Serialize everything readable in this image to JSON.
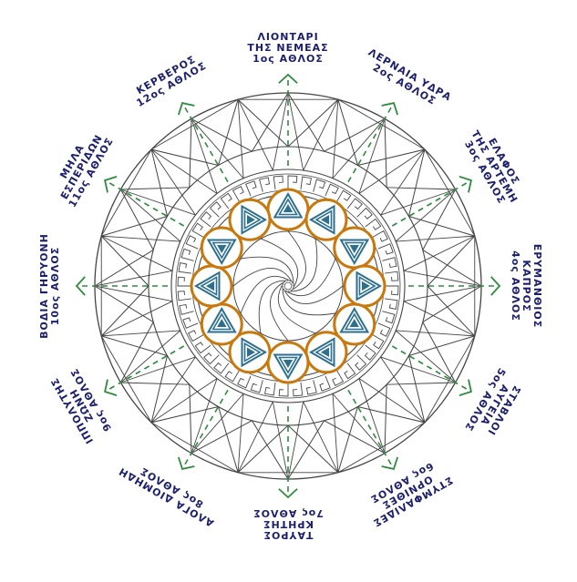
{
  "diagram": {
    "colors": {
      "background": "#ffffff",
      "line": "#444444",
      "arrow": "#2e8b3e",
      "label": "#1c1f6e",
      "ring": "#c8790e",
      "triangle": "#2c6f8f"
    },
    "labels": [
      {
        "id": "labors-1",
        "lines": [
          "ΛΙΟΝΤΑΡΙ",
          "ΤΗΣ ΝΕΜΕΑΣ",
          "1ος ΑΘΛΟΣ"
        ]
      },
      {
        "id": "labors-2",
        "lines": [
          "ΛΕΡΝΑΙΑ ΥΔΡΑ",
          "2ος ΑΘΛΟΣ"
        ]
      },
      {
        "id": "labors-3",
        "lines": [
          "ΕΛΑΦΟΣ",
          "ΤΗΣ ΑΡΤΕΜΗ",
          "3ος ΑΘΛΟΣ"
        ]
      },
      {
        "id": "labors-4",
        "lines": [
          "ΕΡΥΜΑΝΘΙΟΣ",
          "ΚΑΠΡΟΣ",
          "4ος ΑΘΛΟΣ"
        ]
      },
      {
        "id": "labors-5",
        "lines": [
          "ΣΤΑΒΛΟΙ",
          "ΑΥΓΕΙΑ",
          "5ος ΑΘΛΟΣ"
        ]
      },
      {
        "id": "labors-6",
        "lines": [
          "ΣΤΥΜΦΑΛΙΔΕΣ",
          "ΟΡΝΙΘΕΣ",
          "6ος ΑΘΛΟΣ"
        ]
      },
      {
        "id": "labors-7",
        "lines": [
          "ΤΑΥΡΟΣ",
          "ΚΡΗΤΗΣ",
          "7ος ΑΘΛΟΣ"
        ]
      },
      {
        "id": "labors-8",
        "lines": [
          "ΑΛΟΓΑ ΔΙΟΜΗΔΗ",
          "8ος ΑΘΛΟΣ"
        ]
      },
      {
        "id": "labors-9",
        "lines": [
          "ΙΠΠΟΛΥΤΗΣ",
          "ΖΩΝΗ",
          "9ος ΑΘΛΟΣ"
        ]
      },
      {
        "id": "labors-10",
        "lines": [
          "ΒΟΔΙΑ ΓΗΡΥΟΝΗ",
          "10ος ΑΘΛΟΣ"
        ]
      },
      {
        "id": "labors-11",
        "lines": [
          "ΜΗΛΑ",
          "ΕΣΠΕΡΙΔΩΝ",
          "11ος ΑΘΛΟΣ"
        ]
      },
      {
        "id": "labors-12",
        "lines": [
          "ΚΕΡΒΕΡΟΣ",
          "12ος ΑΘΛΟΣ"
        ]
      }
    ]
  }
}
